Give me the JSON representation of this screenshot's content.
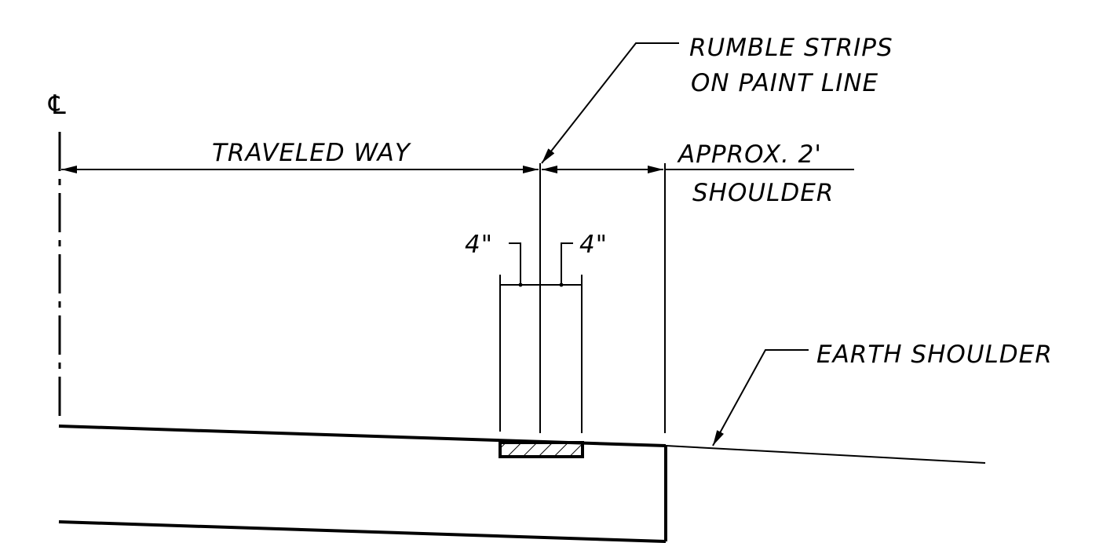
{
  "labels": {
    "centerline": "℄",
    "traveled_way": "TRAVELED WAY",
    "rumble_line1": "RUMBLE STRIPS",
    "rumble_line2": "ON PAINT LINE",
    "shoulder_line1": "APPROX. 2'",
    "shoulder_line2": "SHOULDER",
    "dim_left": "4\"",
    "dim_right": "4\"",
    "earth_shoulder": "EARTH SHOULDER"
  },
  "colors": {
    "line": "#000000",
    "background": "#ffffff"
  }
}
